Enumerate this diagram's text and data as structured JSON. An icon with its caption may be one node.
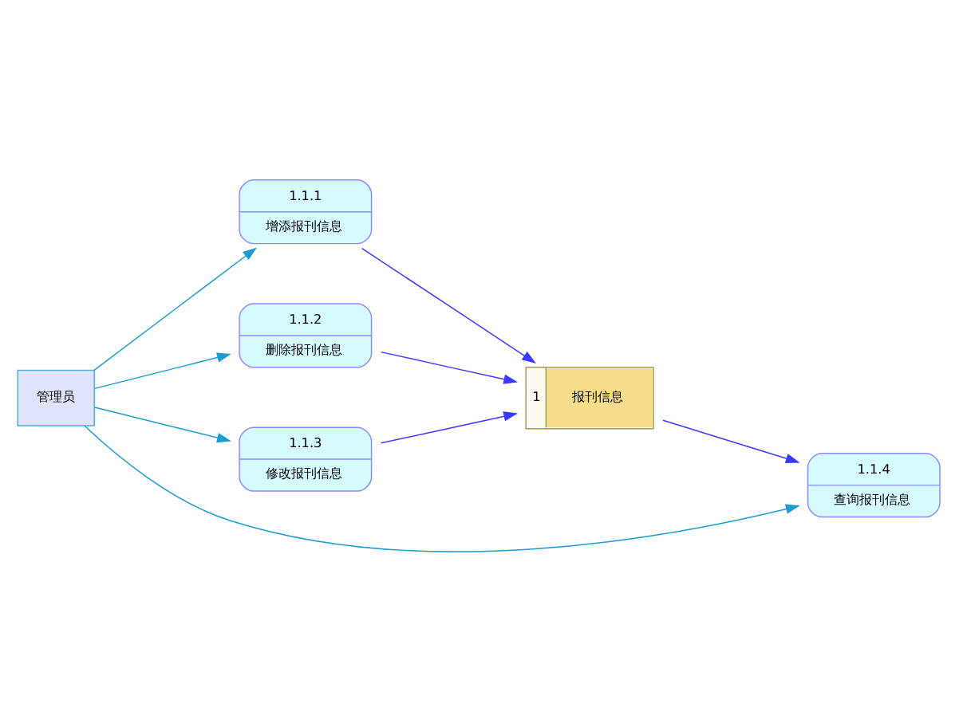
{
  "diagram": {
    "nodes": [
      {
        "text": [
          "管理员"
        ]
      },
      {
        "text": [
          "1.1.1",
          "增添报刊信息"
        ]
      },
      {
        "text": [
          "1.1.2",
          "删除报刊信息"
        ]
      },
      {
        "text": [
          "1.1.3",
          "修改报刊信息"
        ]
      },
      {
        "text": [
          "1.1.4",
          "查询报刊信息"
        ]
      },
      {
        "text": [
          "1",
          "报刊信息"
        ]
      }
    ],
    "edges": [
      {
        "from": 0,
        "to": 1,
        "arrow": "to",
        "color": "#1e9bd0"
      },
      {
        "from": 0,
        "to": 2,
        "arrow": "to",
        "color": "#1e9bd0"
      },
      {
        "from": 0,
        "to": 3,
        "arrow": "to",
        "color": "#1e9bd0"
      },
      {
        "from": 0,
        "to": 4,
        "arrow": "to",
        "color": "#1e9bd0"
      },
      {
        "from": 1,
        "to": 5,
        "arrow": "to",
        "color": "#3a3aff"
      },
      {
        "from": 2,
        "to": 5,
        "arrow": "to",
        "color": "#3a3aff"
      },
      {
        "from": 3,
        "to": 5,
        "arrow": "to",
        "color": "#3a3aff"
      },
      {
        "from": 5,
        "to": 4,
        "arrow": "to",
        "color": "#3a3aff"
      }
    ]
  }
}
